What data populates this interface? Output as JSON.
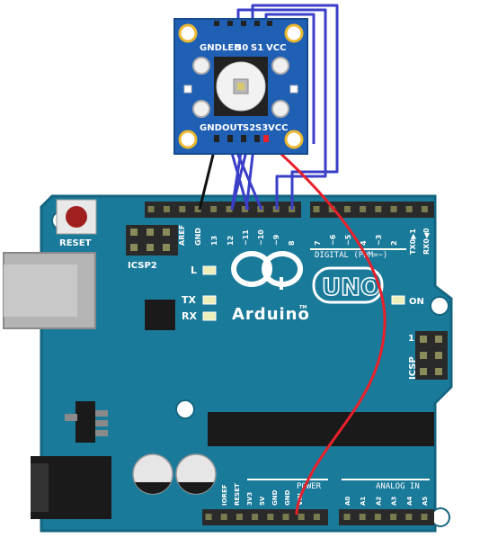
{
  "sensor": {
    "top_labels": [
      "GND",
      "LED",
      "S0",
      "S1",
      "VCC"
    ],
    "bottom_labels": [
      "GND",
      "OUT",
      "S2",
      "S3",
      "VCC"
    ]
  },
  "board": {
    "reset_label": "RESET",
    "icsp2_label": "ICSP2",
    "icsp_label": "ICSP",
    "icsp_pin1": "1",
    "led_labels": {
      "l": "L",
      "tx": "TX",
      "rx": "RX",
      "on": "ON"
    },
    "brand": "Arduino",
    "brand_tm": "TM",
    "model": "UNO",
    "digital_label": "DIGITAL (PWM=~)",
    "tx_rx_labels": [
      "TX0▶1",
      "RX0◀0"
    ],
    "digital_pins": [
      "AREF",
      "GND",
      "13",
      "12",
      "~11",
      "~10",
      "~9",
      "8",
      "7",
      "~6",
      "~5",
      "4",
      "~3",
      "2"
    ],
    "power_label": "POWER",
    "power_pins": [
      "IOREF",
      "RESET",
      "3V3",
      "5V",
      "GND",
      "GND",
      "VIN"
    ],
    "analog_label": "ANALOG IN",
    "analog_pins": [
      "A0",
      "A1",
      "A2",
      "A3",
      "A4",
      "A5"
    ]
  },
  "colors": {
    "board": "#1a7a9a",
    "board_edge": "#136580",
    "sensor": "#1f5fb4",
    "wire_blue": "#3a3fc8",
    "wire_red": "#e8202a",
    "wire_black": "#111111",
    "header": "#2a2a2a"
  }
}
